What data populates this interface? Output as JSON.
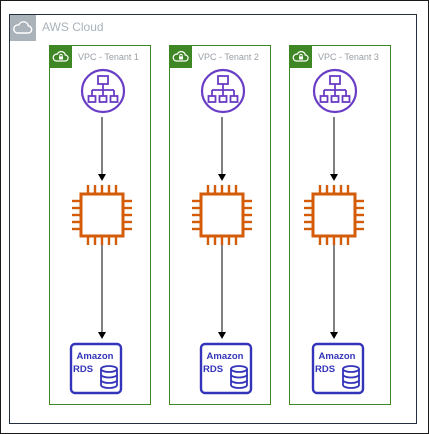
{
  "cloud": {
    "title": "AWS Cloud",
    "icon": "cloud-icon"
  },
  "vpcs": [
    {
      "title": "VPC - Tenant 1",
      "icon": "lock-cloud-icon"
    },
    {
      "title": "VPC - Tenant 2",
      "icon": "lock-cloud-icon"
    },
    {
      "title": "VPC - Tenant 3",
      "icon": "lock-cloud-icon"
    }
  ],
  "nodes": {
    "load_balancer": {
      "icon": "load-balancer-icon"
    },
    "compute": {
      "icon": "ec2-chip-icon"
    },
    "database": {
      "line1": "Amazon",
      "line2": "RDS",
      "icon": "rds-database-icon"
    }
  },
  "colors": {
    "cloud": "#aab2ba",
    "cloud_border": "#232f3e",
    "vpc": "#3f8624",
    "vpc_title": "#9aa0a6",
    "elb": "#693cc5",
    "ec2": "#d45b07",
    "rds": "#3334b9",
    "arrow": "#000000"
  }
}
